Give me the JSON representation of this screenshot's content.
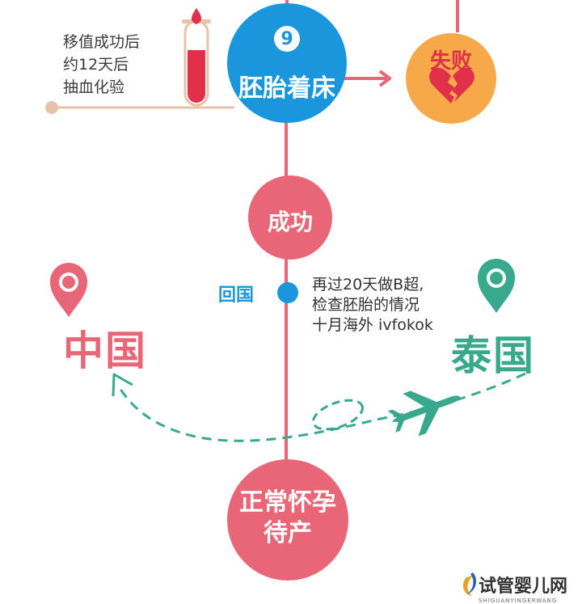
{
  "step": {
    "number": "9",
    "title": "胚胎着床",
    "note_lines": [
      "移值成功后",
      "约12天后",
      "抽血化验"
    ]
  },
  "fail": {
    "label": "失败"
  },
  "success": {
    "label": "成功"
  },
  "return": {
    "label": "回国",
    "note_lines": [
      "再过20天做B超,",
      "检查胚胎的情况",
      "十月海外 ivfokok"
    ]
  },
  "countries": {
    "china": "中国",
    "thailand": "泰国"
  },
  "final": {
    "line1": "正常怀孕",
    "line2": "待产"
  },
  "brand": {
    "name": "试管婴儿网",
    "sub": "SHIGUANYINGERWANG"
  },
  "colors": {
    "blue": "#1a96dc",
    "pink": "#e86675",
    "orange": "#f7a94a",
    "teal": "#39a98e",
    "line_pink": "#e86675",
    "tan": "#e8c2a8"
  },
  "icons": [
    "test-tube-icon",
    "arrow-right-icon",
    "broken-heart-icon",
    "location-pin-icon",
    "airplane-icon",
    "brand-logo-icon"
  ]
}
